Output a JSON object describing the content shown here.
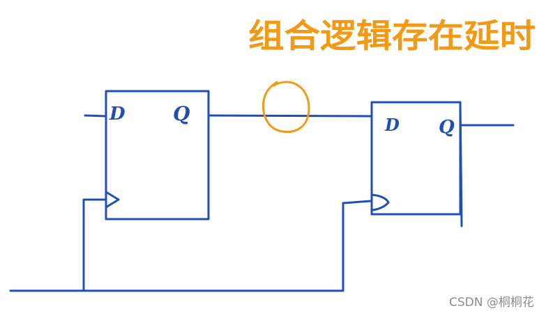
{
  "annotation": {
    "text": "组合逻辑存在延时"
  },
  "flipflops": [
    {
      "d_label": "D",
      "q_label": "Q"
    },
    {
      "d_label": "D",
      "q_label": "Q"
    }
  ],
  "watermark": {
    "text": "CSDN @桐桐花"
  },
  "colors": {
    "wire": "#1f4fb4",
    "annotation": "#f29a14",
    "watermark": "#8c8c8c",
    "background": "#ffffff"
  }
}
